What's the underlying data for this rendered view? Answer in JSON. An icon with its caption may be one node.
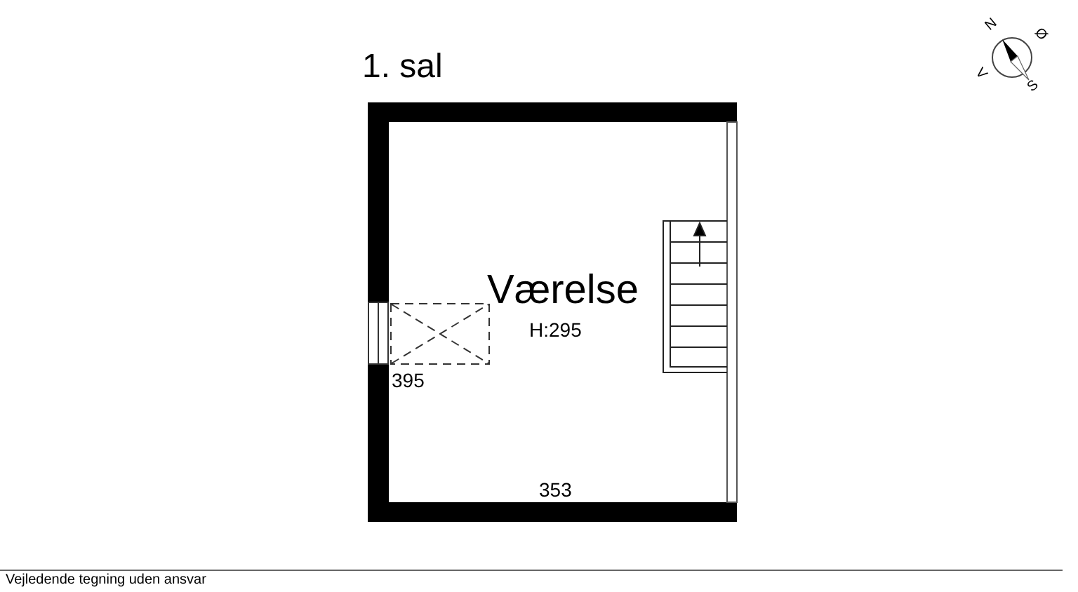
{
  "diagram": {
    "title": "1. sal",
    "caption": "Vejledende tegning uden ansvar",
    "nodes": [
      {
        "text": [
          "Værelse",
          "H:295"
        ]
      }
    ],
    "labels": [
      "N",
      "Ø",
      "S",
      "V",
      "395",
      "353"
    ]
  }
}
